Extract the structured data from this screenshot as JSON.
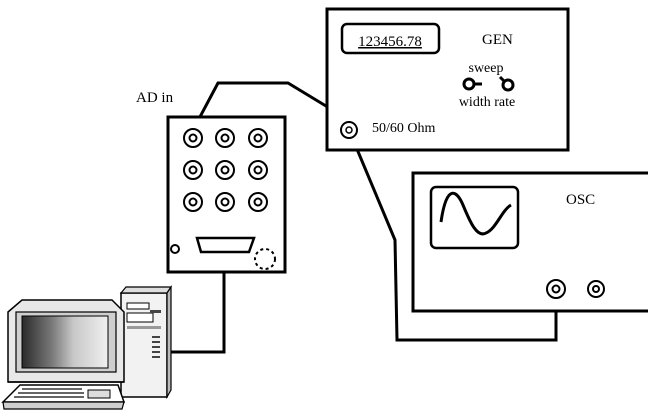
{
  "generator": {
    "display_value": "123456.78",
    "label": "GEN",
    "sweep_label": "sweep",
    "width_rate_label": "width rate",
    "output_label": "50/60 Ohm"
  },
  "ad_box": {
    "label": "AD in"
  },
  "oscilloscope": {
    "label": "OSC"
  }
}
